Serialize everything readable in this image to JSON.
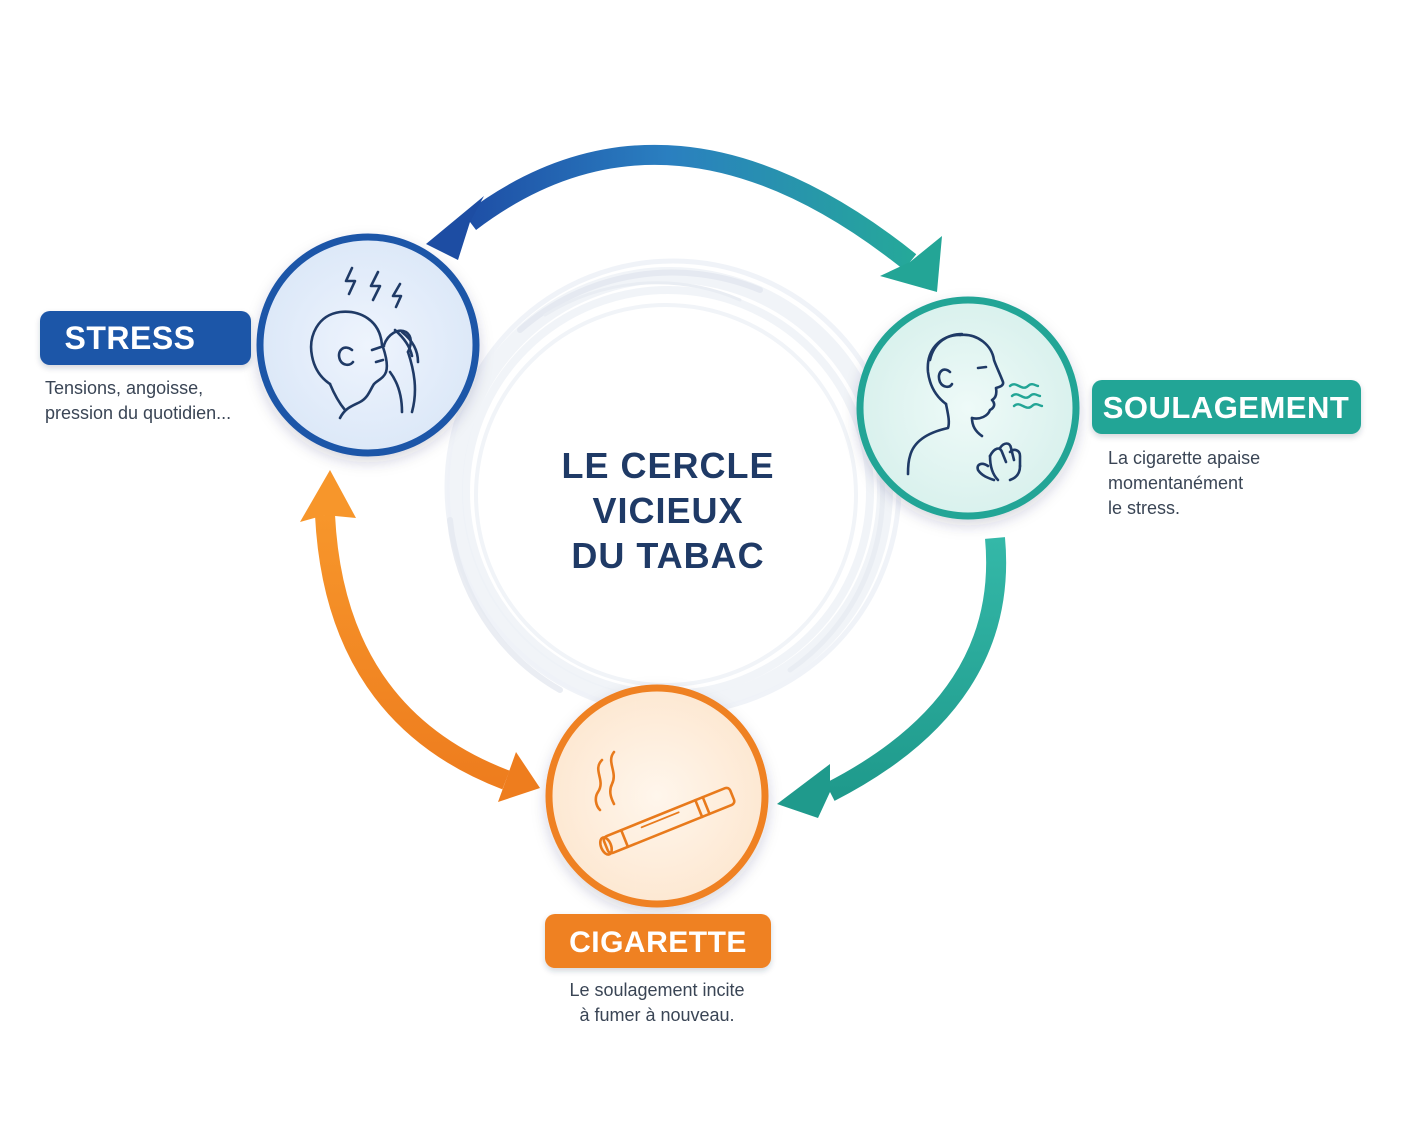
{
  "title_lines": [
    "LE CERCLE",
    "VICIEUX",
    "DU TABAC"
  ],
  "nodes": {
    "stress": {
      "label": "STRESS",
      "description_lines": [
        "Tensions, angoisse,",
        "pression du quotidien..."
      ],
      "color": "#1e56a8",
      "icon": "stressed-head-icon"
    },
    "soulagement": {
      "label": "SOULAGEMENT",
      "description_lines": [
        "La cigarette apaise",
        "momentanément",
        "le stress."
      ],
      "color": "#23a596",
      "icon": "exhaling-person-icon"
    },
    "cigarette": {
      "label": "CIGARETTE",
      "description_lines": [
        "Le soulagement incite",
        "à fumer à nouveau."
      ],
      "color": "#ef8122",
      "icon": "cigarette-icon"
    }
  }
}
